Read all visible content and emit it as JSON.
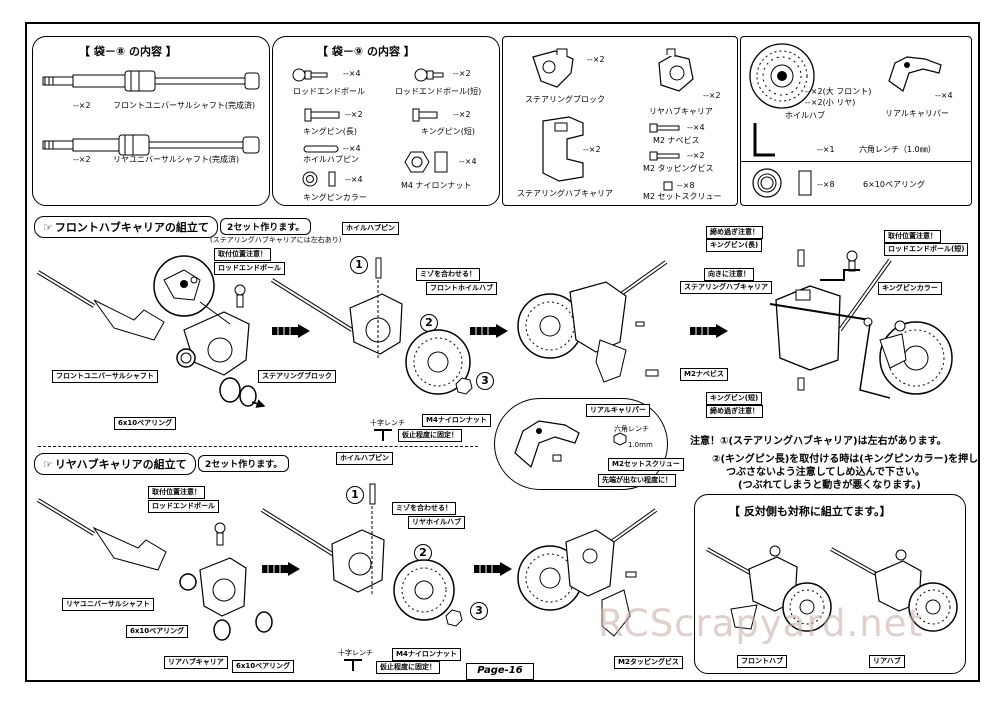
{
  "bag8": {
    "title": "【 袋－⑧ の内容 】",
    "items": [
      {
        "qty": "--×2",
        "label": "フロントユニバーサルシャフト(完成済)"
      },
      {
        "qty": "--×2",
        "label": "リヤユニバーサルシャフト(完成済)"
      }
    ]
  },
  "bag9": {
    "title": "【 袋－⑨ の内容 】",
    "items": [
      {
        "qty": "--×4",
        "label": "ロッドエンドボール"
      },
      {
        "qty": "--×2",
        "label": "ロッドエンドボール(短)"
      },
      {
        "qty": "--×2",
        "label": "キングピン(長)"
      },
      {
        "qty": "--×2",
        "label": "キングピン(短)"
      },
      {
        "qty": "--×4",
        "label": "ホイルハブピン"
      },
      {
        "qty": "--×4",
        "label": "M4 ナイロンナット"
      },
      {
        "qty": "--×4",
        "label": "キングピンカラー"
      }
    ]
  },
  "parts3": {
    "items": [
      {
        "qty": "--×2",
        "label": "ステアリングブロック"
      },
      {
        "qty": "--×2",
        "label": "ステアリングハブキャリア"
      },
      {
        "qty": "--×2",
        "label": "リヤハブキャリア"
      },
      {
        "qty": "--×4",
        "label": "M2 ナベビス"
      },
      {
        "qty": "--×2",
        "label": "M2 タッピングビス"
      },
      {
        "qty": "--×8",
        "label": "M2 セットスクリュー"
      }
    ]
  },
  "parts4": {
    "hub_qty1": "--×2(大 フロント)",
    "hub_qty2": "--×2(小 リヤ)",
    "hub_label": "ホイルハブ",
    "caliper_qty": "--×4",
    "caliper_label": "リアルキャリパー",
    "wrench_qty": "--×1",
    "wrench_label": "六角レンチ（1.0㎜）",
    "bearing_qty": "--×8",
    "bearing_label": "6×10ベアリング"
  },
  "front": {
    "title": "フロントハブキャリアの組立て",
    "sets": "2セット作ります。",
    "sets_note": "(ステアリングハブキャリアには左右あり)",
    "pos_note": "取付位置注意！",
    "rodend": "ロッドエンドボール",
    "front_shaft": "フロントユニバーサルシャフト",
    "steering_block": "ステアリングブロック",
    "bearing": "6x10ベアリング",
    "hub_pin": "ホイルハブピン",
    "groove": "ミゾを合わせる！",
    "front_hub": "フロントホイルハブ",
    "nut": "M4ナイロンナット",
    "wrench": "十字レンチ",
    "temp_fix": "仮止程度に固定！",
    "m2_screw": "M2ナベビス",
    "over_tight": "締め過ぎ注意！",
    "kingpin_long": "キングピン(長)",
    "attach_note": "取付位置注意！",
    "rodend_short": "ロッドエンドボール(短)",
    "caution_dir": "向きに注意！",
    "steer_carrier": "ステアリングハブキャリア",
    "kingpin_collar": "キングピンカラー",
    "kingpin_short": "キングピン(短)",
    "over_tight2": "締め過ぎ注意！"
  },
  "caliper_detail": {
    "caliper": "リアルキャリパー",
    "hex_wrench": "六角レンチ",
    "hex_size": "1.0mm",
    "set_screw": "M2セットスクリュー",
    "tip_note": "先端が出ない程度に！"
  },
  "caution": {
    "line1": "注意！①(ステアリングハブキャリア)は左右があります。",
    "line2": "②(キングピン長)を取付ける時は(キングピンカラー)を押し",
    "line3": "つぶさないよう注意してしめ込んで下さい。",
    "line4": "(つぶれてしまうと動きが悪くなります。)"
  },
  "rear": {
    "title": "リヤハブキャリアの組立て",
    "sets": "2セット作ります。",
    "pos_note": "取付位置注意！",
    "rodend": "ロッドエンドボール",
    "rear_shaft": "リヤユニバーサルシャフト",
    "bearing1": "6x10ベアリング",
    "rear_carrier": "リアハブキャリア",
    "bearing2": "6x10ベアリング",
    "hub_pin": "ホイルハブピン",
    "groove": "ミゾを合わせる！",
    "rear_hub": "リヤホイルハブ",
    "nut": "M4ナイロンナット",
    "wrench": "十字レンチ",
    "temp_fix": "仮止程度に固定！",
    "tapping": "M2タッピングビス"
  },
  "symmetric": {
    "title": "【 反対側も対称に組立てます。】",
    "front_label": "フロントハブ",
    "rear_label": "リアハブ"
  },
  "steps": {
    "s1": "1",
    "s2": "2",
    "s3": "3"
  },
  "page": "Page-16",
  "watermark": "RCScrapyard.net"
}
